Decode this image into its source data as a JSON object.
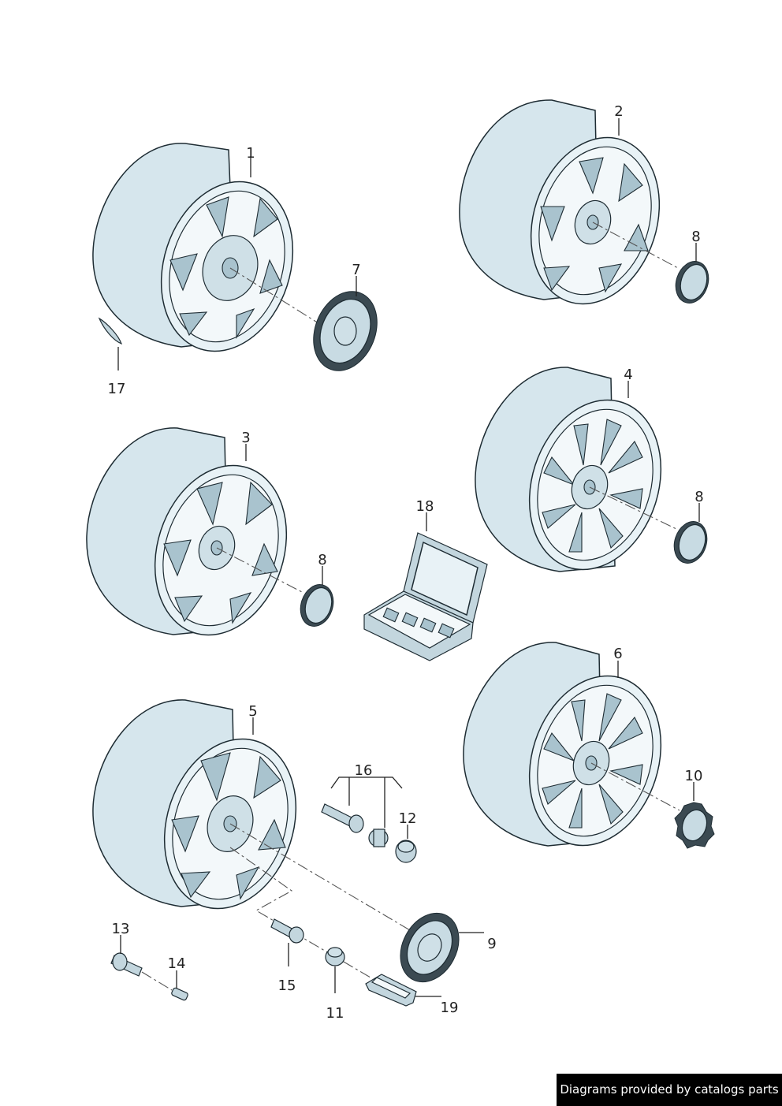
{
  "labels": {
    "l1": "1",
    "l2": "2",
    "l3": "3",
    "l4": "4",
    "l5": "5",
    "l6": "6",
    "l7": "7",
    "l8a": "8",
    "l8b": "8",
    "l8c": "8",
    "l9": "9",
    "l10": "10",
    "l11": "11",
    "l12": "12",
    "l13": "13",
    "l14": "14",
    "l15": "15",
    "l16": "16",
    "l17": "17",
    "l18": "18",
    "l19": "19"
  },
  "credit": "Diagrams provided by catalogs parts"
}
